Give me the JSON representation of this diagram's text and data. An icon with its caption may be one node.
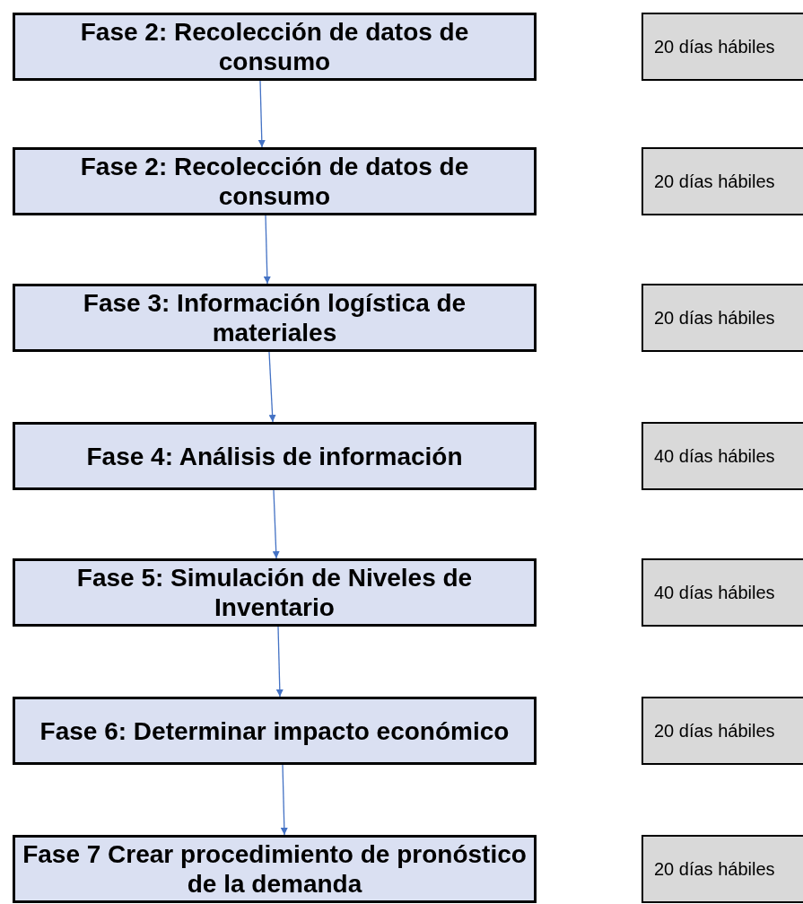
{
  "diagram": {
    "nodes": [
      {
        "text": [
          "Fase 2: Recolección de datos de consumo"
        ]
      },
      {
        "text": [
          "20 días hábiles"
        ]
      },
      {
        "text": [
          "Fase 2: Recolección de datos de consumo"
        ]
      },
      {
        "text": [
          "20 días hábiles"
        ]
      },
      {
        "text": [
          "Fase 3: Información logística de materiales"
        ]
      },
      {
        "text": [
          "20 días hábiles"
        ]
      },
      {
        "text": [
          "Fase 4: Análisis de información"
        ]
      },
      {
        "text": [
          "40 días hábiles"
        ]
      },
      {
        "text": [
          "Fase 5: Simulación de Niveles de Inventario"
        ]
      },
      {
        "text": [
          "40 días hábiles"
        ]
      },
      {
        "text": [
          "Fase 6: Determinar impacto económico"
        ]
      },
      {
        "text": [
          "20 días hábiles"
        ]
      },
      {
        "text": [
          "Fase 7 Crear procedimiento de pronóstico de la demanda"
        ]
      },
      {
        "text": [
          "20 días hábiles"
        ]
      }
    ],
    "edges": [
      {
        "from": 0,
        "to": 2,
        "arrow": "to"
      },
      {
        "from": 2,
        "to": 4,
        "arrow": "to"
      },
      {
        "from": 4,
        "to": 6,
        "arrow": "to"
      },
      {
        "from": 6,
        "to": 8,
        "arrow": "to"
      },
      {
        "from": 8,
        "to": 10,
        "arrow": "to"
      },
      {
        "from": 10,
        "to": 12,
        "arrow": "to"
      }
    ]
  }
}
